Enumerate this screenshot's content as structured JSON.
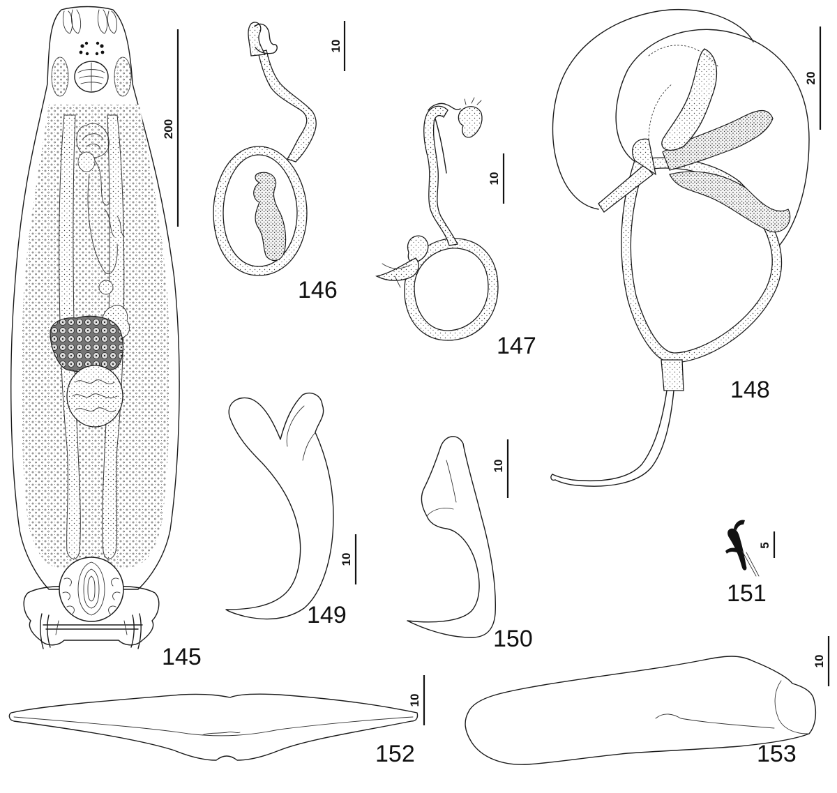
{
  "figures": {
    "f145": {
      "label": "145",
      "scale_label": "200"
    },
    "f146": {
      "label": "146",
      "scale_label": "10"
    },
    "f147": {
      "label": "147",
      "scale_label": "10"
    },
    "f148": {
      "label": "148",
      "scale_label": "20"
    },
    "f149": {
      "label": "149",
      "scale_label": "10"
    },
    "f150": {
      "label": "150",
      "scale_label": "10"
    },
    "f151": {
      "label": "151",
      "scale_label": "5"
    },
    "f152": {
      "label": "152",
      "scale_label": "10"
    },
    "f153": {
      "label": "153",
      "scale_label": "10"
    }
  }
}
